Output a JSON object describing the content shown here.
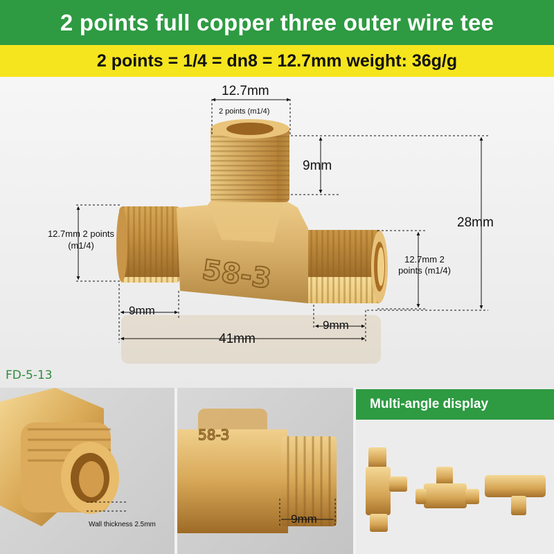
{
  "header": {
    "title": "2 points full copper three outer wire tee",
    "spec": "2 points = 1/4 = dn8 = 12.7mm weight: 36g/g"
  },
  "dimensions": {
    "top_width": "12.7mm",
    "top_thread": "2 points (m1/4)",
    "top_thread_length": "9mm",
    "total_height": "28mm",
    "left_diameter": "12.7mm 2 points (m1/4)",
    "right_diameter": "12.7mm 2 points (m1/4)",
    "left_thread_length": "9mm",
    "right_thread_length": "9mm",
    "total_length": "41mm",
    "body_marking": "58-3"
  },
  "model_code": "FD-5-13",
  "detail_1": {
    "wall_thickness": "Wall thickness 2.5mm"
  },
  "detail_2": {
    "thread_length": "9mm"
  },
  "detail_3": {
    "title": "Multi-angle display"
  },
  "colors": {
    "green": "#2e9a42",
    "yellow": "#f5e51e",
    "brass": "#d8a857",
    "model_code": "#2e8b3e"
  }
}
